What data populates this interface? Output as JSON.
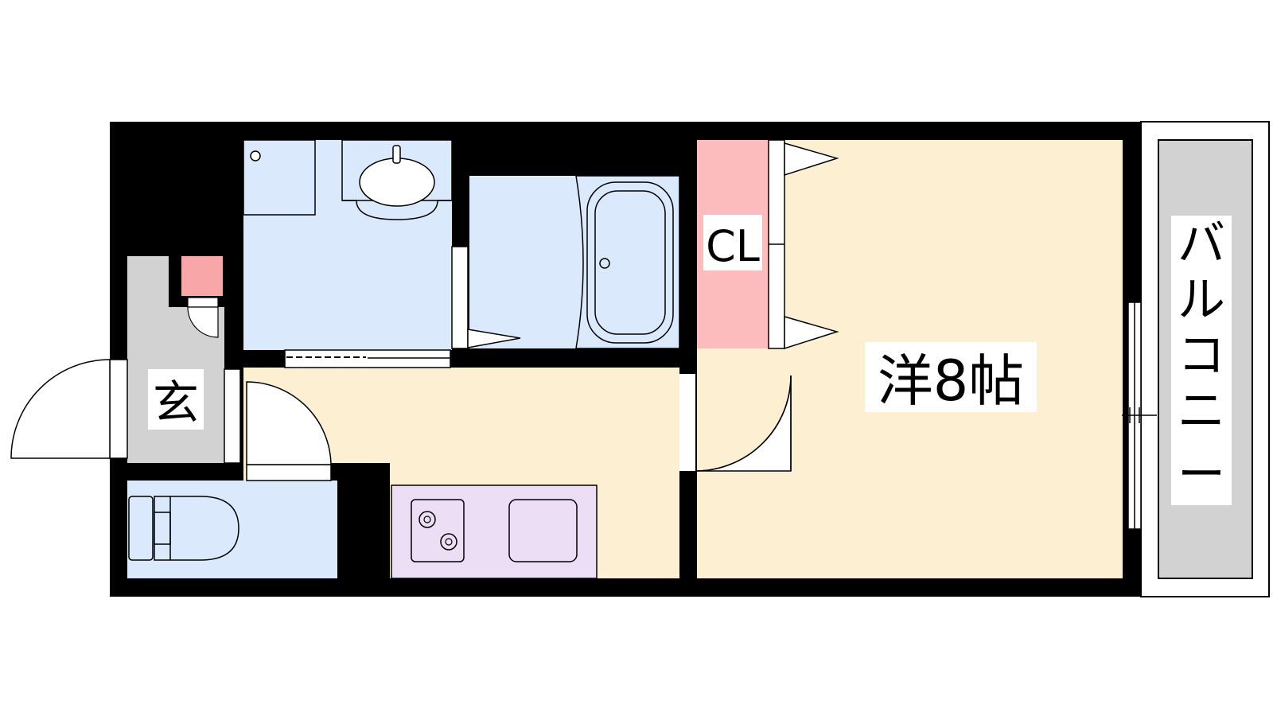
{
  "floorplan": {
    "rooms": {
      "western_room": {
        "label": "洋8帖"
      },
      "closet": {
        "label": "CL"
      },
      "entrance": {
        "label": "玄"
      },
      "balcony": {
        "label_chars": [
          "バ",
          "ル",
          "コ",
          "ニ",
          "ー"
        ]
      }
    },
    "colors": {
      "wall": "#000000",
      "room_floor": "#fdf0d2",
      "wet_area": "#daeafc",
      "closet": "#fcbcbe",
      "kitchen": "#ecdff5",
      "entrance": "#d2d2d2",
      "balcony": "#d2d2d2",
      "shoe_box": "#f9a6a8"
    }
  }
}
